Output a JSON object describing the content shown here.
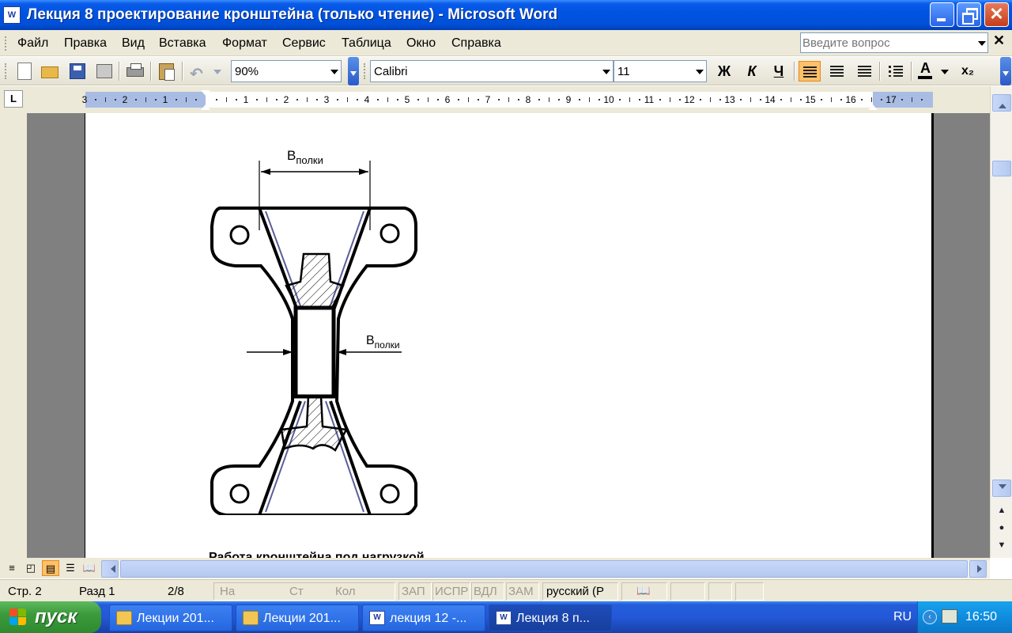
{
  "window": {
    "title": "Лекция 8 проектирование кронштейна (только чтение) - Microsoft Word",
    "app_icon": "word-icon"
  },
  "menu": {
    "items": [
      "Файл",
      "Правка",
      "Вид",
      "Вставка",
      "Формат",
      "Сервис",
      "Таблица",
      "Окно",
      "Справка"
    ],
    "help_placeholder": "Введите вопрос"
  },
  "toolbar": {
    "zoom": "90%",
    "font": "Calibri",
    "font_size": "11",
    "bold": "Ж",
    "italic": "К",
    "underline": "Ч",
    "subscript": "x₂",
    "font_color": "A"
  },
  "ruler": {
    "tab_selector": "L",
    "numbers": [
      "3",
      "2",
      "1",
      "1",
      "2",
      "3",
      "4",
      "5",
      "6",
      "7",
      "8",
      "9",
      "10",
      "11",
      "12",
      "13",
      "14",
      "15",
      "16",
      "17"
    ]
  },
  "document": {
    "label_top": "В",
    "label_top_sub": "полки",
    "label_mid": "В",
    "label_mid_sub": "полки",
    "caption": "Работа кронштейна под нагрузкой"
  },
  "status": {
    "page": "Стр. 2",
    "section": "Разд 1",
    "pages": "2/8",
    "at": "На",
    "line": "Ст",
    "col": "Кол",
    "rec": "ЗАП",
    "trk": "ИСПР",
    "ext": "ВДЛ",
    "ovr": "ЗАМ",
    "language": "русский (Р"
  },
  "taskbar": {
    "start": "пуск",
    "tasks": [
      {
        "label": "Лекции 201...",
        "icon": "folder-icon"
      },
      {
        "label": "Лекции 201...",
        "icon": "folder-icon"
      },
      {
        "label": "лекция 12 -...",
        "icon": "word-icon"
      },
      {
        "label": "Лекция 8 п...",
        "icon": "word-icon"
      }
    ],
    "lang": "RU",
    "time": "16:50"
  }
}
